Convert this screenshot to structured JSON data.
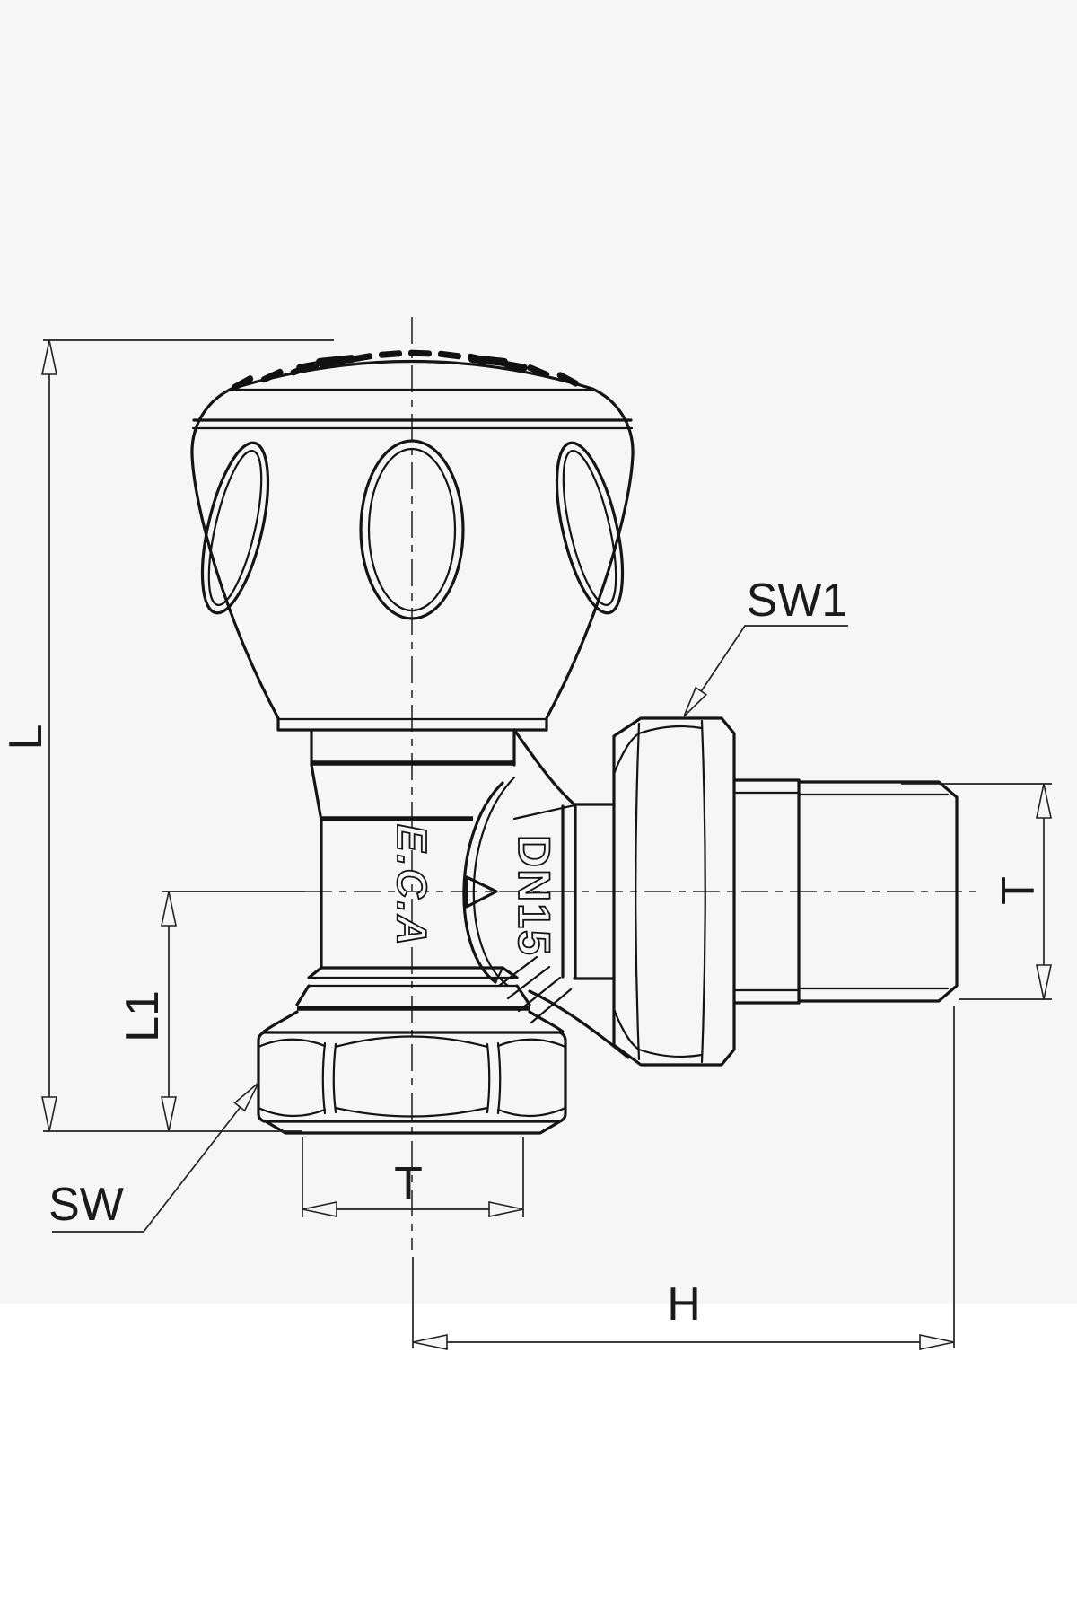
{
  "figure": {
    "type": "technical-drawing",
    "subject": "angle radiator valve side view with dimension callouts",
    "colors": {
      "background": "#f6f6f6",
      "bottom_band": "#ffffff",
      "line": "#141414",
      "dimension": "#222222"
    },
    "dimensions": {
      "overall_length_label": "L",
      "lower_length_label": "L1",
      "bottom_wrench_label": "SW",
      "union_wrench_label": "SW1",
      "side_thread_label": "T",
      "bottom_thread_label": "T",
      "offset_label": "H"
    },
    "markings": {
      "brand": "E.C.A",
      "nominal_diameter": "DN15",
      "flow_direction_icon": "triangle-right-icon"
    }
  }
}
